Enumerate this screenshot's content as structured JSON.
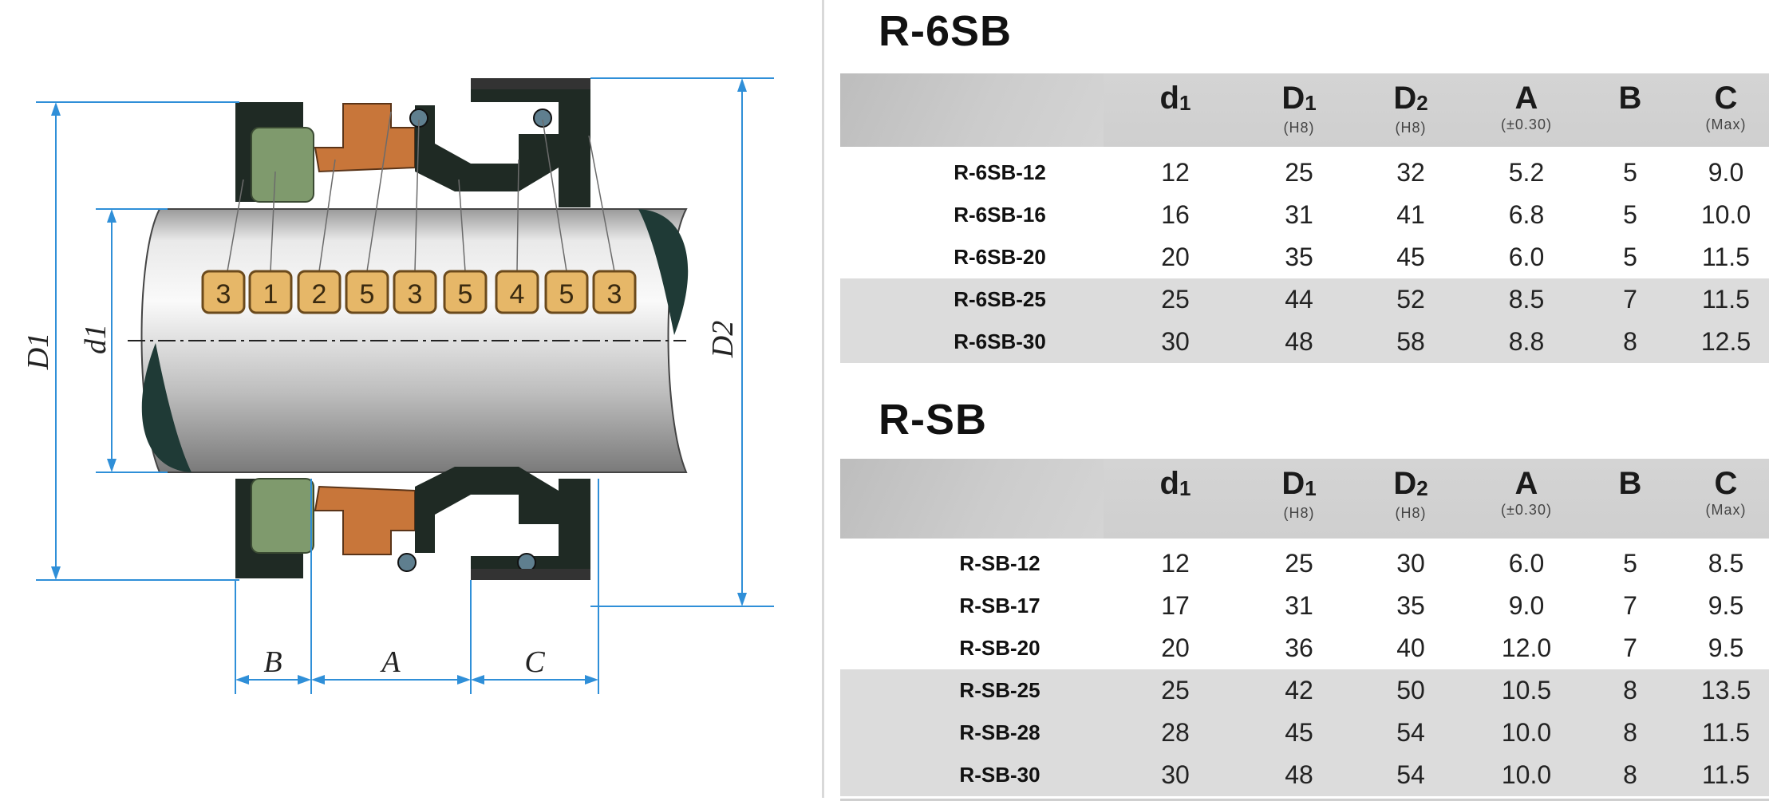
{
  "drawing": {
    "dimension_labels": {
      "d1": "d1",
      "D1": "D1",
      "D2": "D2",
      "A": "A",
      "B": "B",
      "C": "C"
    },
    "part_numbers": [
      "3",
      "1",
      "2",
      "5",
      "3",
      "5",
      "4",
      "5",
      "3"
    ],
    "colors": {
      "shaft": "#c9c9c9",
      "seat": "#7f9a6d",
      "insert": "#c8763a",
      "body": "#1f2a24",
      "label_box": "#e6b768",
      "dim_line": "#2f8fd8"
    }
  },
  "columns": [
    {
      "key": "model",
      "main": "",
      "sub": ""
    },
    {
      "key": "d1",
      "main": "d",
      "main_sub": "1",
      "sub": ""
    },
    {
      "key": "D1",
      "main": "D",
      "main_sub": "1",
      "sub": "(H8)"
    },
    {
      "key": "D2",
      "main": "D",
      "main_sub": "2",
      "sub": "(H8)"
    },
    {
      "key": "A",
      "main": "A",
      "main_sub": "",
      "sub": "(±0.30)"
    },
    {
      "key": "B",
      "main": "B",
      "main_sub": "",
      "sub": ""
    },
    {
      "key": "C",
      "main": "C",
      "main_sub": "",
      "sub": "(Max)"
    }
  ],
  "tables": [
    {
      "title": "R-6SB",
      "rows": [
        [
          "R-6SB-12",
          "12",
          "25",
          "32",
          "5.2",
          "5",
          "9.0"
        ],
        [
          "R-6SB-16",
          "16",
          "31",
          "41",
          "6.8",
          "5",
          "10.0"
        ],
        [
          "R-6SB-20",
          "20",
          "35",
          "45",
          "6.0",
          "5",
          "11.5"
        ],
        [
          "R-6SB-25",
          "25",
          "44",
          "52",
          "8.5",
          "7",
          "11.5"
        ],
        [
          "R-6SB-30",
          "30",
          "48",
          "58",
          "8.8",
          "8",
          "12.5"
        ]
      ],
      "shaded_rows": [
        3,
        4
      ]
    },
    {
      "title": "R-SB",
      "rows": [
        [
          "R-SB-12",
          "12",
          "25",
          "30",
          "6.0",
          "5",
          "8.5"
        ],
        [
          "R-SB-17",
          "17",
          "31",
          "35",
          "9.0",
          "7",
          "9.5"
        ],
        [
          "R-SB-20",
          "20",
          "36",
          "40",
          "12.0",
          "7",
          "9.5"
        ],
        [
          "R-SB-25",
          "25",
          "42",
          "50",
          "10.5",
          "8",
          "13.5"
        ],
        [
          "R-SB-28",
          "28",
          "45",
          "54",
          "10.0",
          "8",
          "11.5"
        ],
        [
          "R-SB-30",
          "30",
          "48",
          "54",
          "10.0",
          "8",
          "11.5"
        ]
      ],
      "shaded_rows": [
        3,
        4,
        5
      ]
    }
  ]
}
